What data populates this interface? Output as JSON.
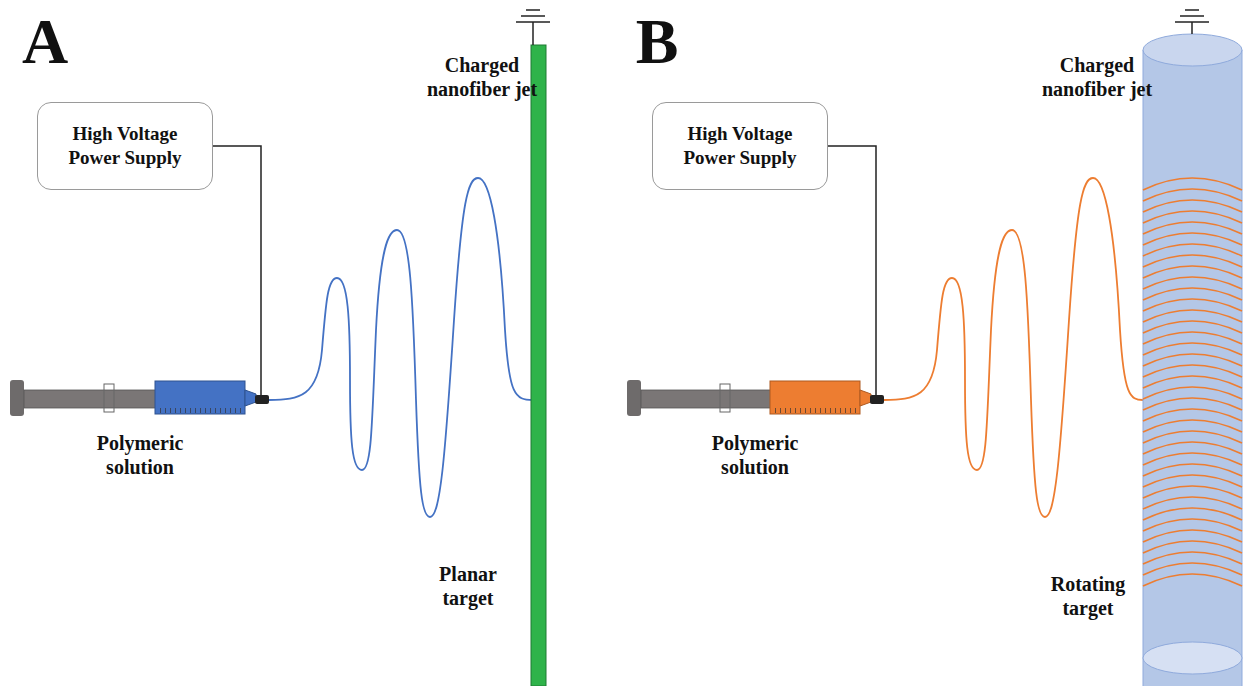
{
  "diagram": {
    "nodes": [
      {
        "text": [
          "High Voltage Power Supply"
        ]
      },
      {
        "text": [
          "High Voltage Power Supply"
        ]
      }
    ],
    "labels": [
      "A",
      "Charged nanofiber jet",
      "Polymeric solution",
      "Planar target",
      "B",
      "Charged nanofiber jet",
      "Polymeric solution",
      "Rotating target"
    ]
  }
}
